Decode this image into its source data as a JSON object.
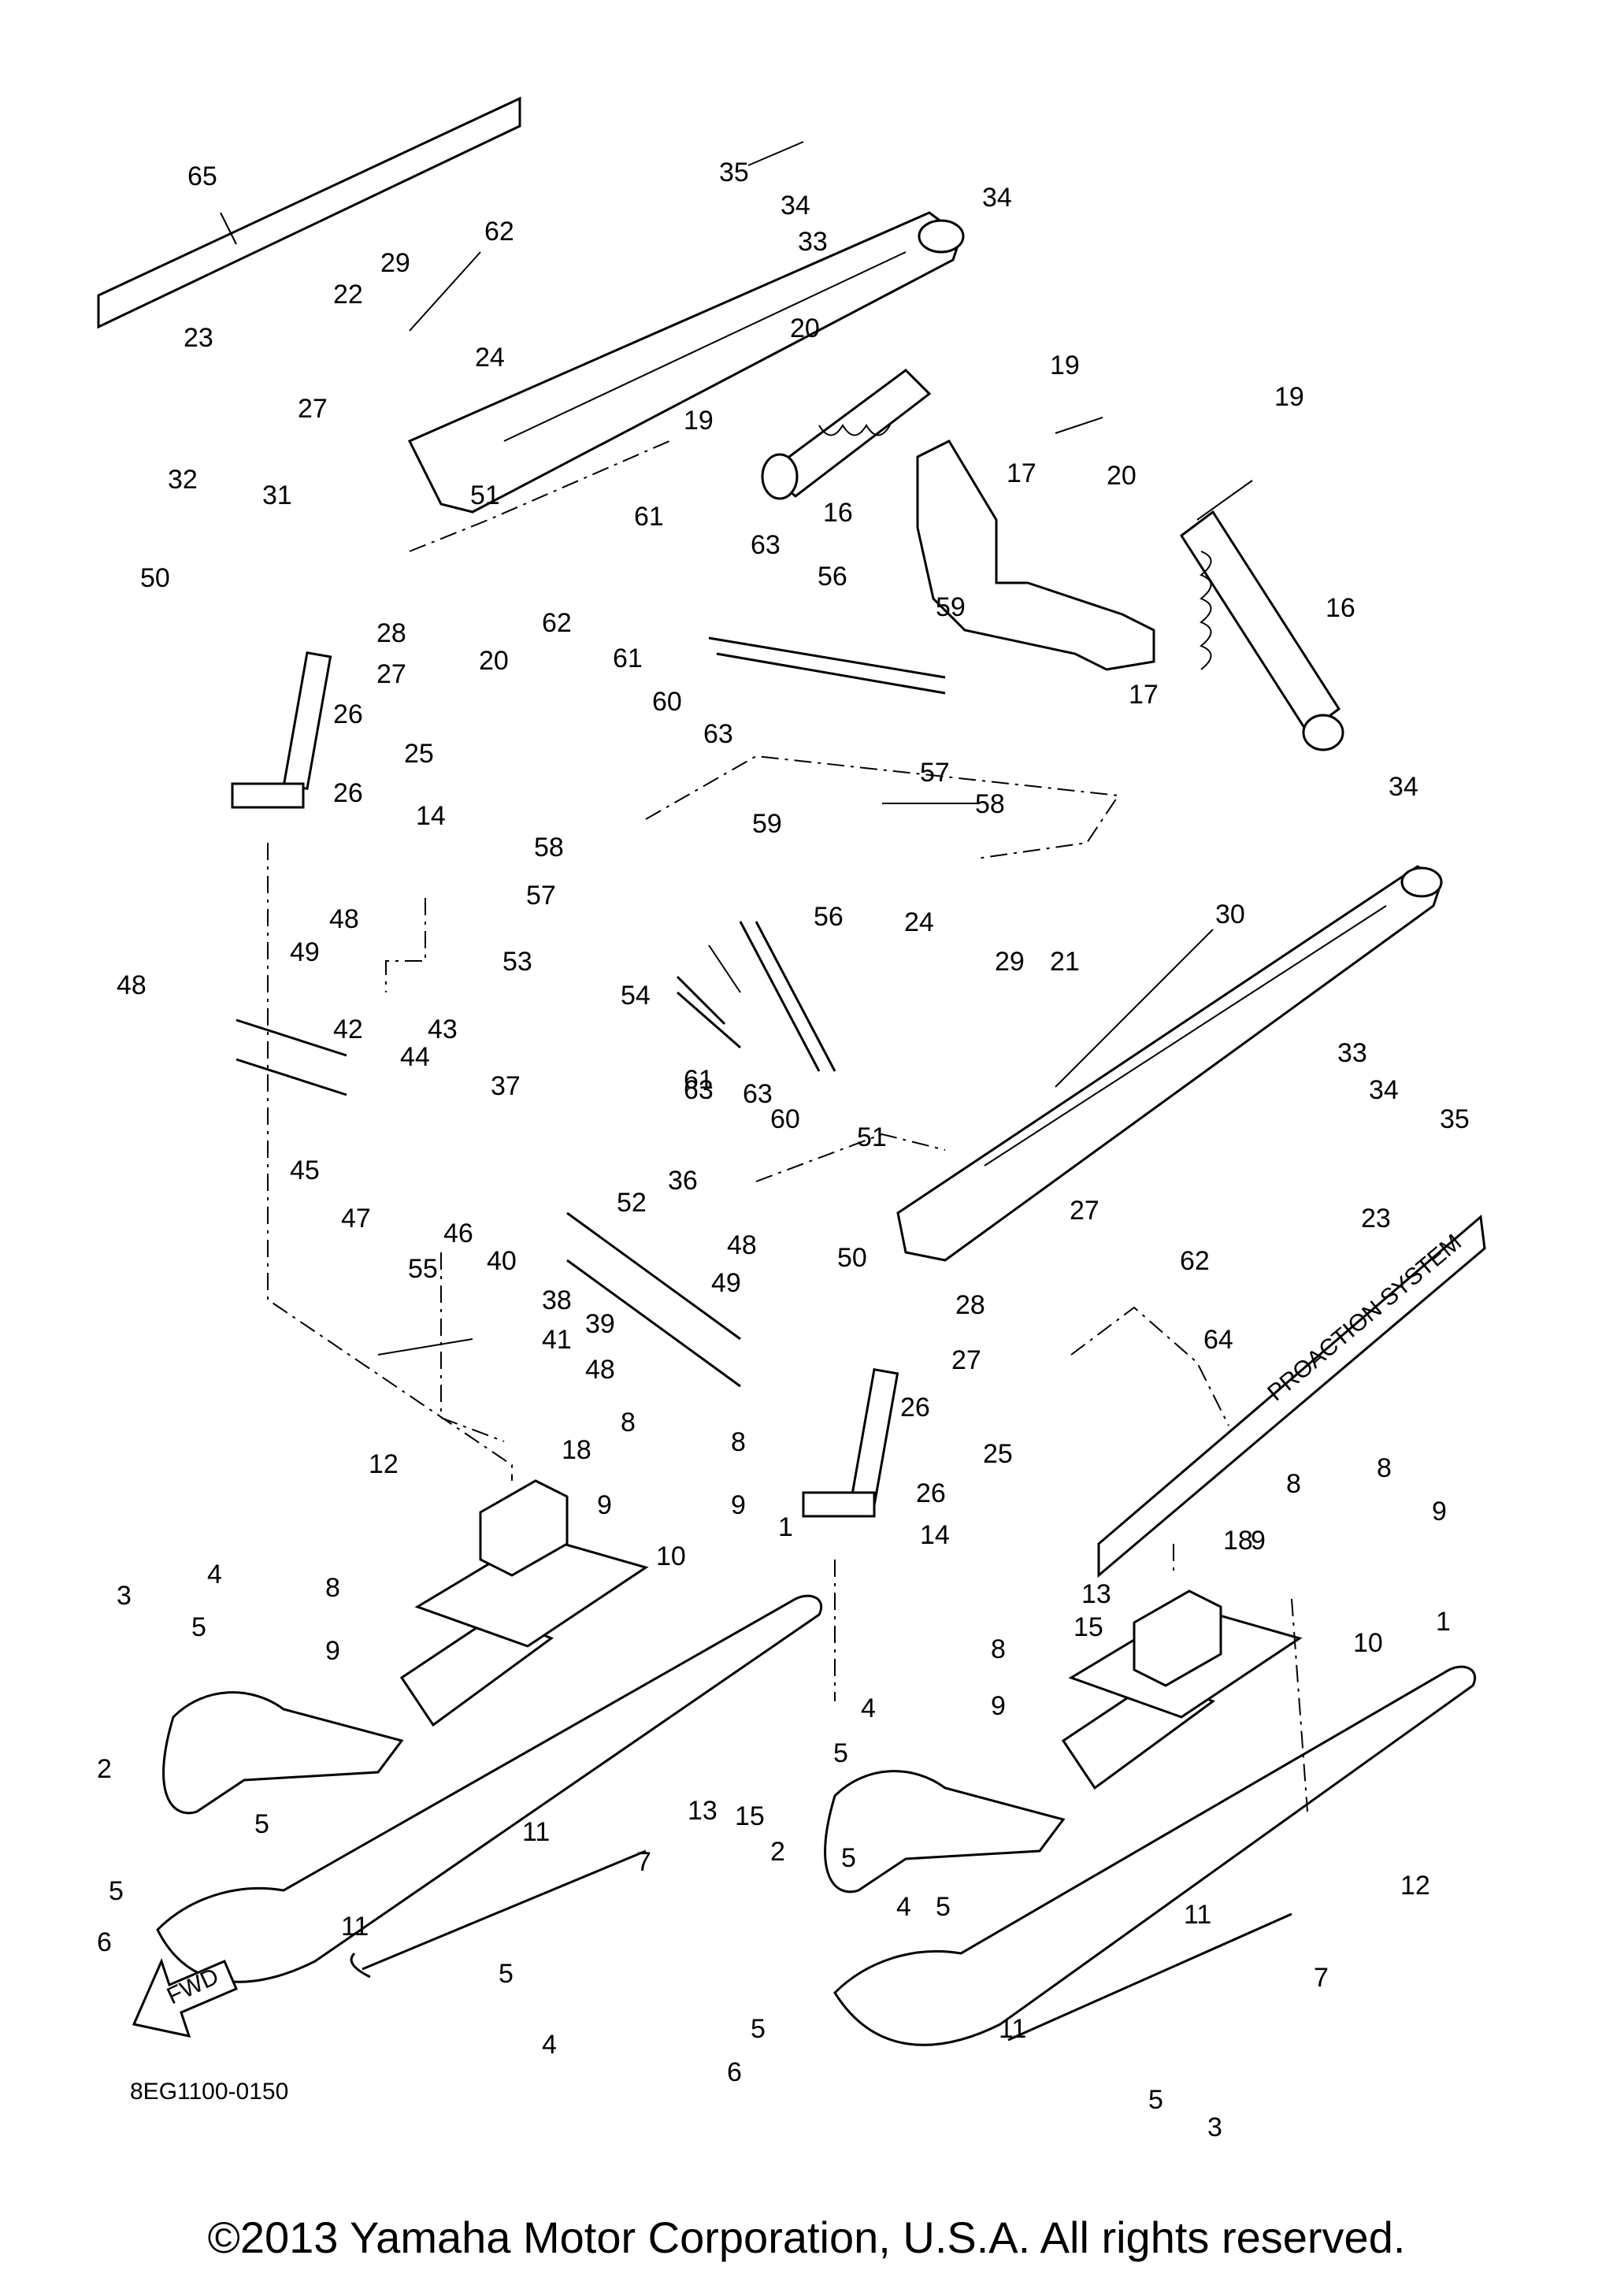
{
  "diagram_code": "8EG1100-0150",
  "copyright": "©2013 Yamaha Motor Corporation, U.S.A. All rights reserved.",
  "fwd_label": "FWD",
  "decal_text": "PROACTION SYSTEM",
  "labels": [
    "65",
    "62",
    "35",
    "34",
    "34",
    "33",
    "29",
    "22",
    "24",
    "23",
    "27",
    "20",
    "19",
    "19",
    "19",
    "32",
    "31",
    "51",
    "50",
    "28",
    "27",
    "20",
    "16",
    "20",
    "17",
    "16",
    "17",
    "61",
    "63",
    "62",
    "61",
    "56",
    "60",
    "59",
    "63",
    "57",
    "58",
    "26",
    "25",
    "26",
    "14",
    "58",
    "59",
    "57",
    "56",
    "24",
    "29",
    "21",
    "30",
    "34",
    "53",
    "48",
    "49",
    "48",
    "42",
    "43",
    "44",
    "37",
    "54",
    "63",
    "61",
    "63",
    "60",
    "51",
    "33",
    "34",
    "35",
    "45",
    "47",
    "46",
    "40",
    "55",
    "38",
    "41",
    "52",
    "36",
    "27",
    "62",
    "23",
    "50",
    "48",
    "49",
    "39",
    "28",
    "48",
    "27",
    "26",
    "25",
    "26",
    "64",
    "12",
    "18",
    "8",
    "8",
    "9",
    "9",
    "1",
    "10",
    "14",
    "3",
    "4",
    "5",
    "8",
    "9",
    "13",
    "18",
    "8",
    "9",
    "15",
    "8",
    "9",
    "8",
    "9",
    "1",
    "10",
    "4",
    "2",
    "5",
    "13",
    "15",
    "11",
    "5",
    "7",
    "5",
    "6",
    "11",
    "5",
    "4",
    "2",
    "5",
    "12",
    "11",
    "4",
    "5",
    "5",
    "7",
    "6",
    "11",
    "5",
    "3"
  ]
}
